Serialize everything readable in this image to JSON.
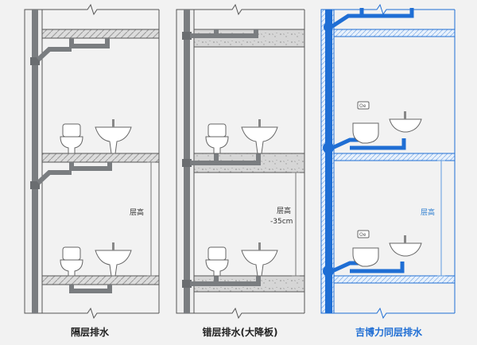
{
  "colors": {
    "background": "#f2f2f2",
    "pipe_gray": "#7a7d80",
    "pipe_blue": "#1f6ed4",
    "slab_fill": "#d9d9d9"
  },
  "panels": [
    {
      "caption": "隔层排水",
      "height_label": "层高"
    },
    {
      "caption": "错层排水(大降板)",
      "height_label_line1": "层高",
      "height_label_line2": "-35cm"
    },
    {
      "caption": "吉博力同层排水",
      "height_label": "层高",
      "icon_text": "Oe"
    }
  ]
}
